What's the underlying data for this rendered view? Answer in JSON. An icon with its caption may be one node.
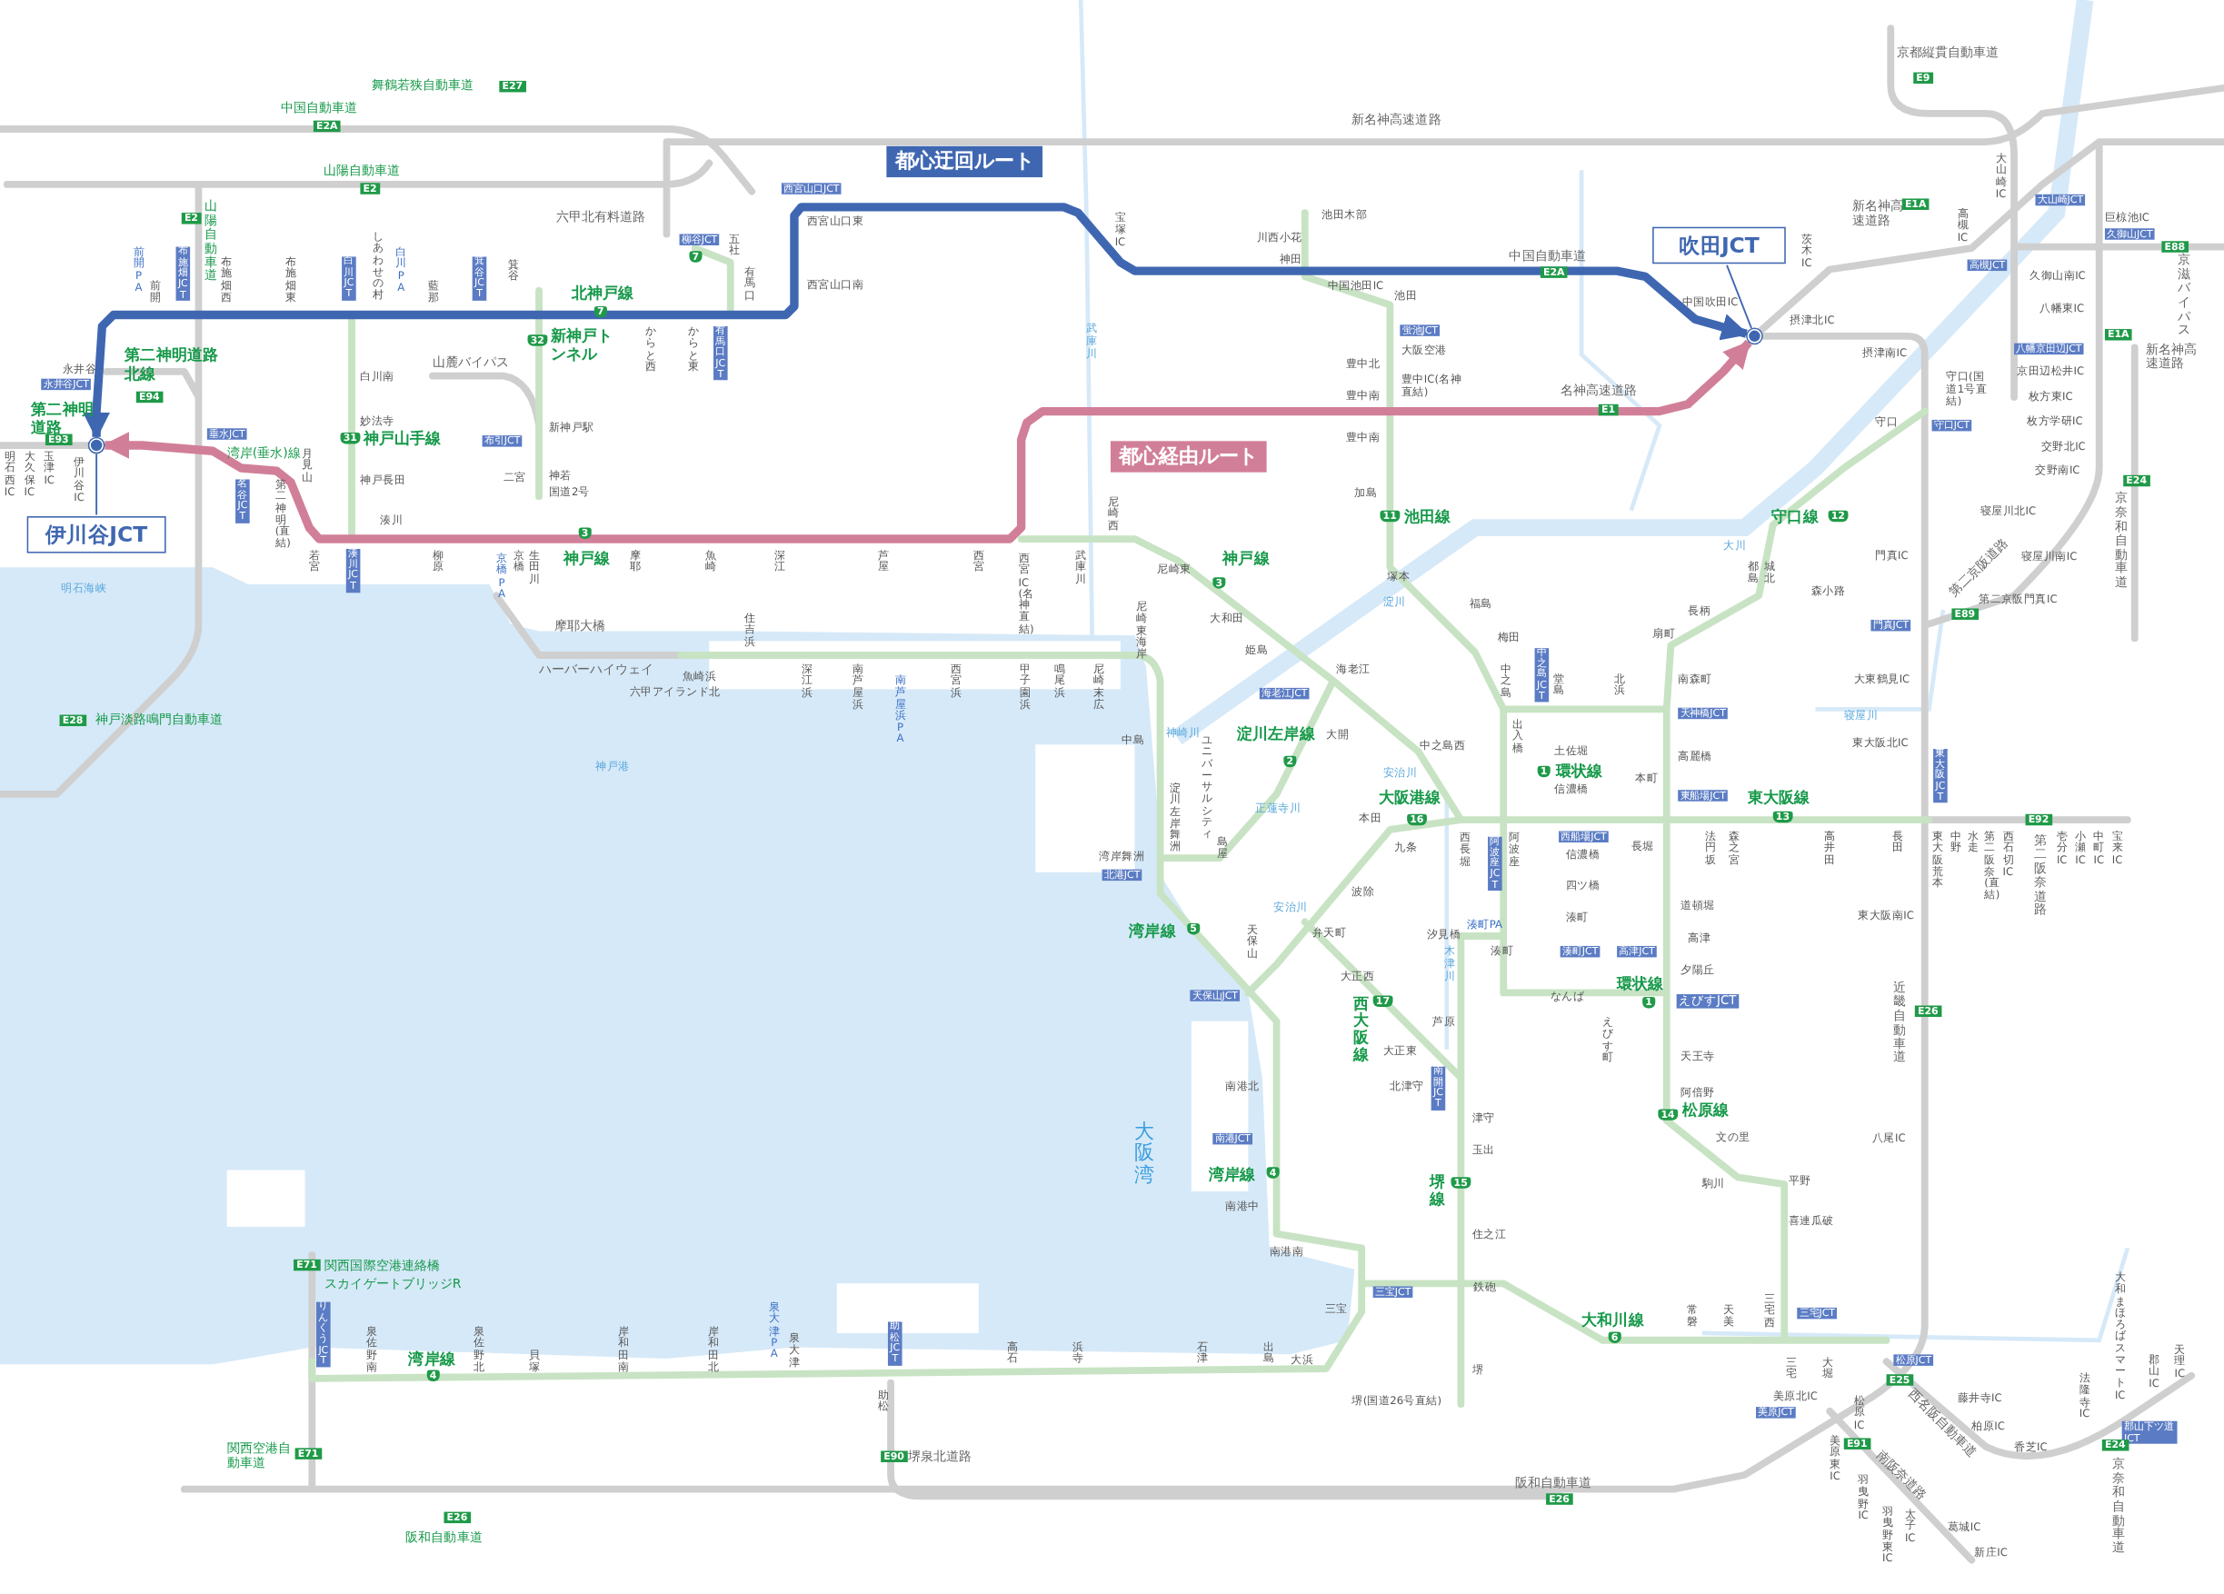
{
  "diagram": {
    "nodes": [
      {
        "text": [
          "伊川谷JCT"
        ]
      },
      {
        "text": [],
        "shape": "circle"
      },
      {
        "text": [
          "吹田JCT"
        ]
      },
      {
        "text": [],
        "shape": "circle"
      }
    ],
    "edges": [
      {
        "from": 3,
        "to": 1,
        "arrow": "both",
        "label": "都心迂回ルート",
        "style": "thick",
        "color": "#3f67b1"
      },
      {
        "from": 3,
        "to": 1,
        "arrow": "both",
        "label": "都心経由ルート",
        "style": "thick",
        "color": "#d17f98"
      },
      {
        "from": 0,
        "to": 1,
        "arrow": "none"
      },
      {
        "from": 2,
        "to": 3,
        "arrow": "none"
      }
    ],
    "labels": [
      "舞鶴若狭自動車道",
      "E27",
      "中国自動車道",
      "E2A",
      "新名神高速道路",
      "山陽自動車道",
      "E2",
      "E2",
      "山陽自動車道",
      "六甲北有料道路",
      "西宮山口JCT",
      "柳谷JCT",
      "7",
      "五社",
      "西宮山口東",
      "西宮山口南",
      "有馬口",
      "有馬口JCT",
      "からと東",
      "からと西",
      "北神戸線",
      "7",
      "箕谷",
      "箕谷JCT",
      "藍那",
      "白川PA",
      "しあわせの村",
      "白川JCT",
      "布施畑東",
      "布施畑西",
      "布施畑JCT",
      "前開",
      "前開PA",
      "新神戸トンネル",
      "32",
      "山麓バイパス",
      "白川南",
      "妙法寺",
      "31",
      "神戸山手線",
      "神戸長田",
      "新神戸駅",
      "布引JCT",
      "二宮",
      "神若",
      "国道2号",
      "永井谷",
      "永井谷JCT",
      "第二神明道路北線",
      "E94",
      "第二神明道路",
      "E93",
      "明石西IC",
      "大久保IC",
      "玉津IC",
      "伊川谷IC",
      "垂水JCT",
      "湾岸(垂水)線",
      "月見山",
      "名谷JCT",
      "第二神明(直結)",
      "若宮",
      "湊川JCT",
      "湊川",
      "柳原",
      "京橋PA",
      "京橋",
      "生田川",
      "3",
      "神戸線",
      "摩耶",
      "魚崎",
      "深江",
      "芦屋",
      "西宮",
      "西宮IC(名神直結)",
      "武庫川",
      "尼崎西",
      "宝塚IC",
      "池田木部",
      "川西小花",
      "神田",
      "中国池田IC",
      "池田",
      "蛍池JCT",
      "大阪空港",
      "豊中北",
      "豊中IC(名神直結)",
      "豊中南",
      "名神高速道路",
      "E1",
      "中国自動車道",
      "E2A",
      "中国吹田IC",
      "茨木IC",
      "摂津北IC",
      "摂津南IC",
      "新名神高速道路",
      "E1A",
      "高槻IC",
      "高槻JCT",
      "大山崎IC",
      "大山崎JCT",
      "京都縦貫自動車道",
      "E9",
      "巨椋池IC",
      "久御山JCT",
      "E88",
      "京滋バイパス",
      "久御山南IC",
      "八幡東IC",
      "八幡京田辺JCT",
      "E1A",
      "新名神高速道路",
      "京田辺松井IC",
      "枚方東IC",
      "枚方学研IC",
      "交野北IC",
      "交野南IC",
      "守口(国道1号直結)",
      "守口",
      "守口JCT",
      "守口線",
      "12",
      "都島",
      "城北",
      "森小路",
      "長柄",
      "扇町",
      "南森町",
      "天神橋JCT",
      "高麗橋",
      "本町",
      "東船場JCT",
      "東大阪線",
      "13",
      "門真IC",
      "門真JCT",
      "第二京阪道路",
      "E89",
      "寝屋川北IC",
      "寝屋川南IC",
      "第二京阪門真IC",
      "E24",
      "京奈和自動車道",
      "大東鶴見IC",
      "東大阪北IC",
      "東大阪JCT",
      "塚本",
      "福島",
      "梅田",
      "中之島",
      "中之島JCT",
      "堂島",
      "北浜",
      "出入橋",
      "土佐堀",
      "1",
      "環状線",
      "信濃橋",
      "中之島西",
      "安治川",
      "大阪港線",
      "16",
      "本田",
      "九条",
      "波除",
      "弁天町",
      "安治川",
      "天保山",
      "湾岸線",
      "5",
      "天保山JCT",
      "西長堀",
      "阿波座JCT",
      "阿波座",
      "西船場JCT",
      "信濃橋",
      "長堀",
      "四ツ橋",
      "湊町",
      "湊町PA",
      "湊町",
      "湊町JCT",
      "高津JCT",
      "道頓堀",
      "高津",
      "夕陽丘",
      "環状線",
      "1",
      "なんば",
      "えびす町",
      "えびすJCT",
      "天王寺",
      "阿倍野",
      "14",
      "松原線",
      "文の里",
      "駒川",
      "平野",
      "喜連瓜破",
      "法円坂",
      "森之宮",
      "高井田",
      "長田",
      "東大阪荒本",
      "中野",
      "水走",
      "第二阪奈(直結)",
      "西石切IC",
      "E92",
      "第二阪奈道路",
      "壱分IC",
      "小瀬IC",
      "中町IC",
      "宝来IC",
      "東大阪南IC",
      "近畿自動車道",
      "E26",
      "八尾IC",
      "汐見橋",
      "木津川",
      "芦原",
      "大正西",
      "西大阪線",
      "17",
      "大正東",
      "北津守",
      "南開JCT",
      "南港北",
      "南港JCT",
      "湾岸線",
      "4",
      "南港中",
      "南港南",
      "大阪湾",
      "三宝JCT",
      "三宝",
      "鉄砲",
      "津守",
      "玉出",
      "堺線",
      "15",
      "住之江",
      "堺",
      "堺(国道26号直結)",
      "大和川線",
      "6",
      "常磐",
      "天美",
      "三宅西",
      "三宅JCT",
      "三宅",
      "大堀",
      "松原JCT",
      "E25",
      "美原北IC",
      "美原JCT",
      "松原IC",
      "美原東IC",
      "E91",
      "南阪奈道路",
      "羽曳野IC",
      "羽曳野東IC",
      "太子IC",
      "葛城IC",
      "新庄IC",
      "西名阪自動車道",
      "藤井寺IC",
      "柏原IC",
      "香芝IC",
      "法隆寺IC",
      "大和まほろばスマートIC",
      "郡山IC",
      "天理IC",
      "郡山下ツ道JCT",
      "E24",
      "京奈和自動車道",
      "阪和自動車道",
      "E26",
      "E26",
      "阪和自動車道",
      "E90",
      "堺泉北道路",
      "助松",
      "助松JCT",
      "大浜",
      "出島",
      "石津",
      "浜寺",
      "高石",
      "泉大津",
      "泉大津PA",
      "岸和田北",
      "岸和田南",
      "貝塚",
      "泉佐野北",
      "湾岸線",
      "4",
      "泉佐野南",
      "りんくうJCT",
      "関西国際空港連絡橋",
      "スカイゲートブリッジR",
      "E71",
      "関西空港自動車道",
      "E71",
      "尼崎東",
      "3",
      "神戸線",
      "大和田",
      "姫島",
      "海老江",
      "海老江JCT",
      "尼崎東海岸",
      "住吉浜",
      "深江浜",
      "南芦屋浜",
      "南芦屋浜PA",
      "西宮浜",
      "甲子園浜",
      "鳴尾浜",
      "尼崎末広",
      "魚崎浜",
      "六甲アイランド北",
      "摩耶大橋",
      "ハーバーハイウェイ",
      "明石海峡",
      "神戸港",
      "E28",
      "神戸淡路鳴門自動車道",
      "中島",
      "神崎川",
      "ユニバーサルシティ",
      "淀川左岸線",
      "2",
      "大開",
      "淀川左岸舞洲",
      "島屋",
      "正蓮寺川",
      "湾岸舞洲",
      "北港JCT",
      "淀川",
      "大川",
      "寝屋川",
      "武庫川",
      "池田線",
      "11",
      "加島",
      "豊中南"
    ]
  }
}
